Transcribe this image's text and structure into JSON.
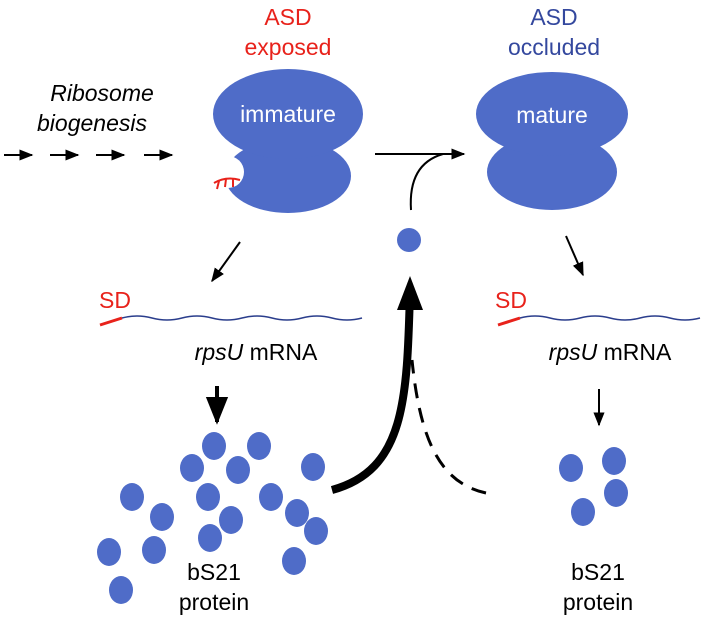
{
  "colors": {
    "ribosome": "#4f6cc8",
    "protein": "#4f6cc8",
    "highlight": "#e8221b",
    "occluded_text": "#34489e",
    "mrna_line": "#2a3d8c",
    "arrow": "#000000"
  },
  "labels": {
    "asd_exposed_line1": "ASD",
    "asd_exposed_line2": "exposed",
    "asd_occluded_line1": "ASD",
    "asd_occluded_line2": "occluded",
    "biogenesis_line1": "Ribosome",
    "biogenesis_line2": "biogenesis",
    "immature": "immature",
    "mature": "mature",
    "sd_left": "SD",
    "sd_right": "SD",
    "mrna_left_gene": "rpsU",
    "mrna_left_suffix": " mRNA",
    "mrna_right_gene": "rpsU",
    "mrna_right_suffix": " mRNA",
    "protein_left_line1": "bS21",
    "protein_left_line2": "protein",
    "protein_right_line1": "bS21",
    "protein_right_line2": "protein"
  }
}
